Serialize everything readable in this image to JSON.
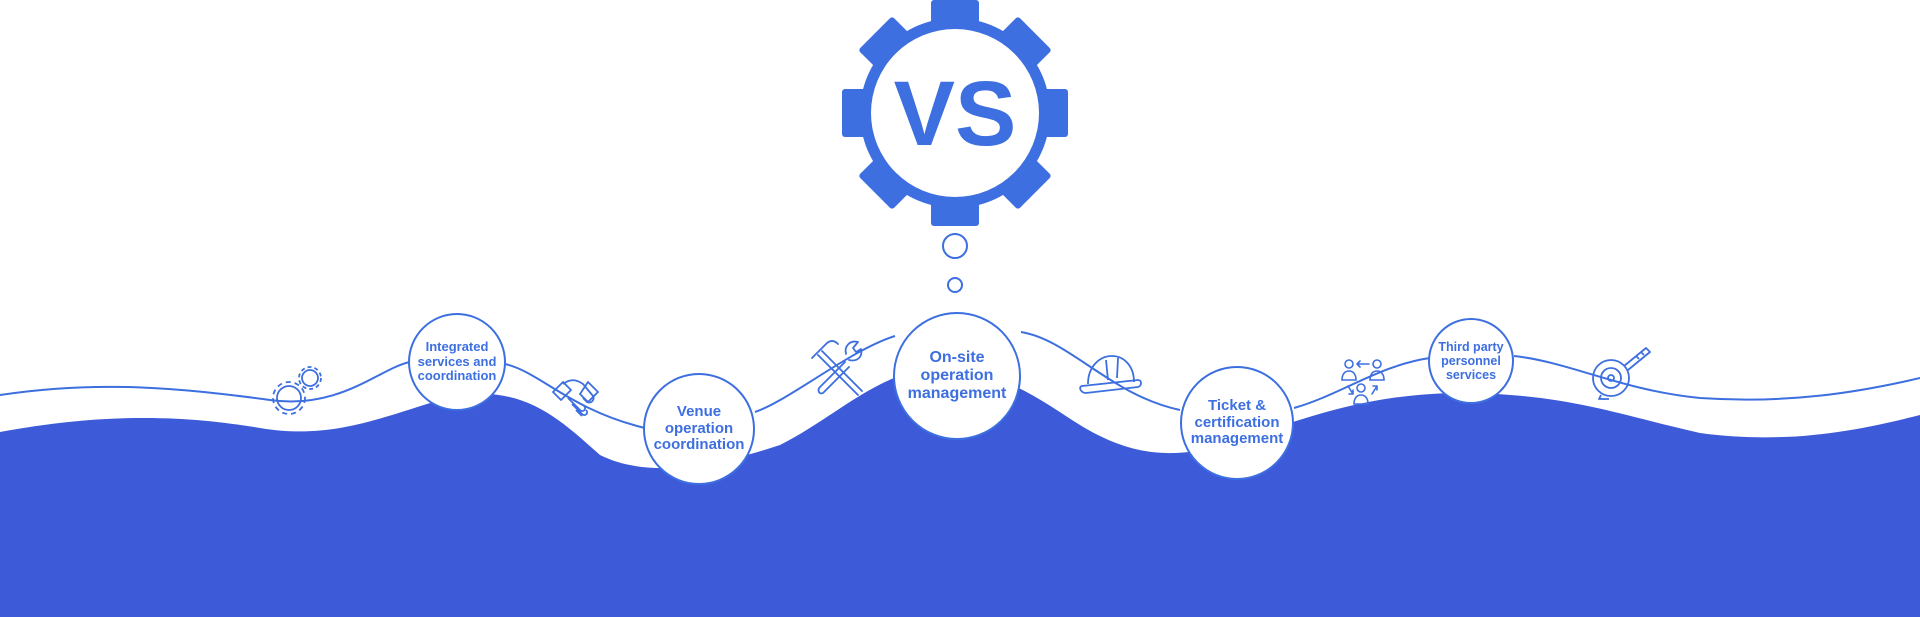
{
  "hub": {
    "label": "VS",
    "icon": "gear-icon",
    "color": "#3d6fe0"
  },
  "colors": {
    "accent": "#3d6fe0",
    "wave_fill": "#3d5bd9",
    "background": "#ffffff"
  },
  "nodes": [
    {
      "label": "Integrated services and coordination"
    },
    {
      "label": "Venue operation coordination"
    },
    {
      "label": "On-site operation management"
    },
    {
      "label": "Ticket & certification management"
    },
    {
      "label": "Third party personnel services"
    }
  ],
  "icons": [
    "gears-icon",
    "handshake-icon",
    "tools-icon",
    "hard-hat-icon",
    "people-network-icon",
    "tape-measure-icon"
  ]
}
